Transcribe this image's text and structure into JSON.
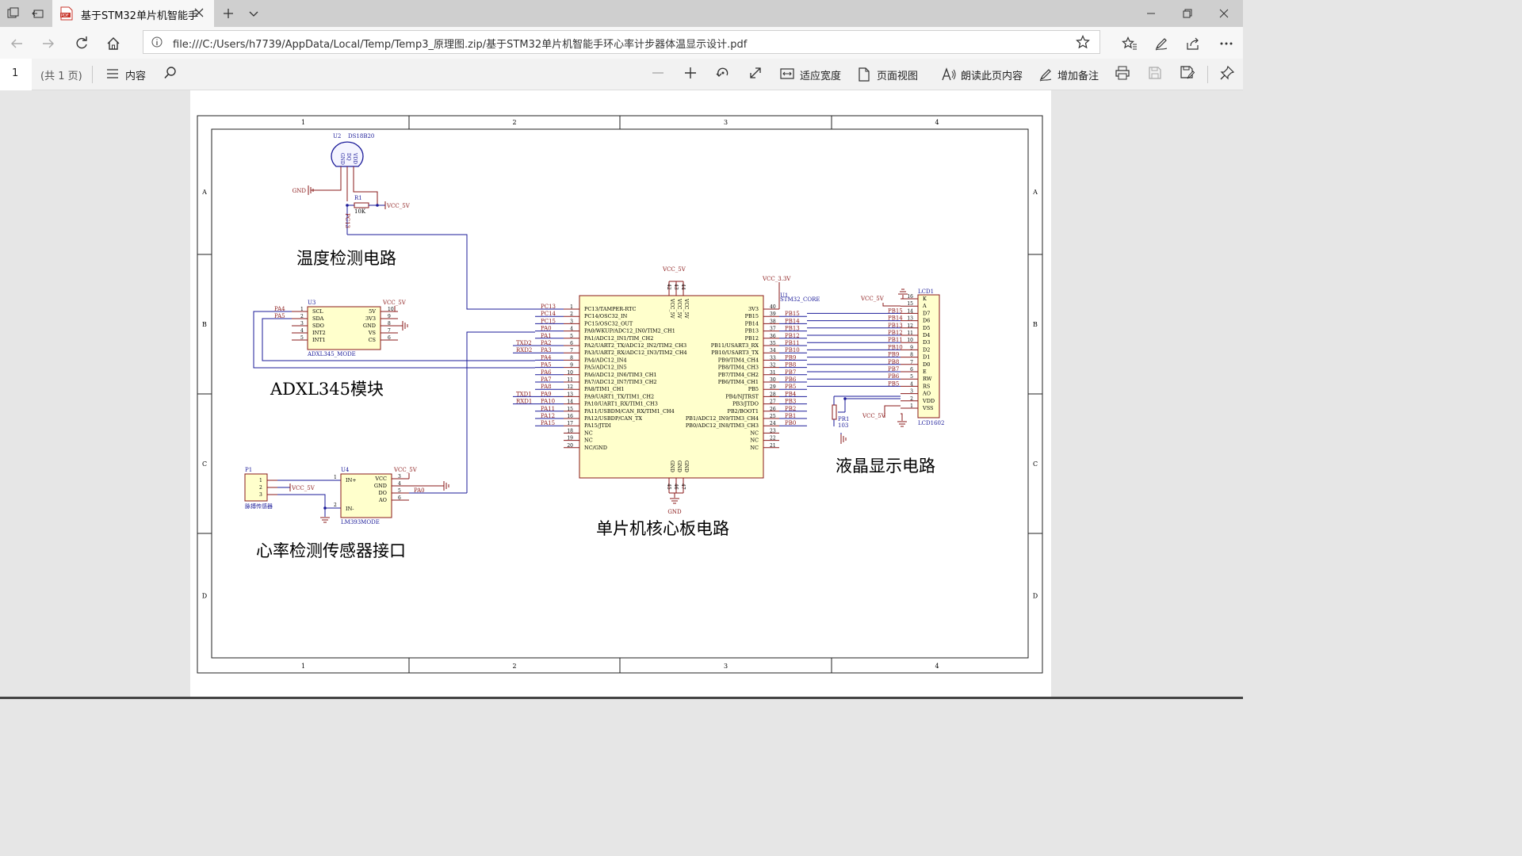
{
  "browser": {
    "tab_title": "基于STM32单片机智能手",
    "url": "file:///C:/Users/h7739/AppData/Local/Temp/Temp3_原理图.zip/基于STM32单片机智能手环心率计步器体温显示设计.pdf"
  },
  "pdf_toolbar": {
    "page_number": "1",
    "page_count": "(共 1 页)",
    "contents_label": "内容",
    "fit_width_label": "适应宽度",
    "page_view_label": "页面视图",
    "read_aloud_label": "朗读此页内容",
    "add_notes_label": "增加备注"
  },
  "schematic": {
    "colors": {
      "wire": "#1b1b99",
      "component": "#8a1818",
      "fill": "#ffffcc",
      "frame": "#222222"
    },
    "border_columns": [
      "1",
      "2",
      "3",
      "4"
    ],
    "border_rows": [
      "A",
      "B",
      "C",
      "D"
    ],
    "section_titles": {
      "temperature": "温度检测电路",
      "adxl": "ADXL345模块",
      "heart": "心率检测传感器接口",
      "mcu": "单片机核心板电路",
      "lcd": "液晶显示电路"
    },
    "u2": {
      "ref": "U2",
      "part": "DS18B20",
      "pins": [
        "GND",
        "DQ",
        "VDD"
      ],
      "r1_ref": "R1",
      "r1_value": "10K",
      "gnd": "GND",
      "vcc": "VCC_5V",
      "net": "PC13"
    },
    "u3": {
      "ref": "U3",
      "name": "ADXL345_MODE",
      "vcc": "VCC_5V",
      "left_pins": [
        {
          "num": "1",
          "name": "SCL",
          "net": "PA4"
        },
        {
          "num": "2",
          "name": "SDA",
          "net": "PA5"
        },
        {
          "num": "3",
          "name": "SDO",
          "net": ""
        },
        {
          "num": "4",
          "name": "INT2",
          "net": ""
        },
        {
          "num": "5",
          "name": "INT1",
          "net": ""
        }
      ],
      "right_pins": [
        {
          "num": "10",
          "name": "5V"
        },
        {
          "num": "9",
          "name": "3V3"
        },
        {
          "num": "8",
          "name": "GND"
        },
        {
          "num": "7",
          "name": "VS"
        },
        {
          "num": "6",
          "name": "CS"
        }
      ]
    },
    "p1": {
      "ref": "P1",
      "pins": [
        "1",
        "2",
        "3"
      ],
      "label": "脉搏传感器",
      "vcc": "VCC_5V"
    },
    "u4": {
      "ref": "U4",
      "name": "LM393MODE",
      "vcc": "VCC_5V",
      "net": "PA0",
      "left_pins": [
        {
          "num": "1",
          "name": "IN+"
        },
        {
          "num": "2",
          "name": "IN-"
        }
      ],
      "right_pins": [
        {
          "num": "3",
          "name": "VCC"
        },
        {
          "num": "4",
          "name": "GND"
        },
        {
          "num": "5",
          "name": "DO"
        },
        {
          "num": "6",
          "name": "AO"
        }
      ]
    },
    "u1": {
      "ref": "U1",
      "name": "STM32_CORE",
      "vcc_top": "VCC_5V",
      "vcc33": "VCC_3.3V",
      "gnd": "GND",
      "top_pins": [
        "42",
        "43",
        "44"
      ],
      "top_inner": [
        "VCC_5V",
        "VCC_5V",
        "VCC_5V"
      ],
      "bottom_pins": [
        "45",
        "46",
        "47"
      ],
      "bottom_inner": [
        "GND",
        "GND",
        "GND"
      ],
      "left_pins": [
        {
          "num": "1",
          "name": "PC13/TAMPER-RTC",
          "net": "PC13",
          "ext": ""
        },
        {
          "num": "2",
          "name": "PC14/OSC32_IN",
          "net": "PC14",
          "ext": ""
        },
        {
          "num": "3",
          "name": "PC15/OSC32_OUT",
          "net": "PC15",
          "ext": ""
        },
        {
          "num": "4",
          "name": "PA0/WKUP/ADC12_IN0/TIM2_CH1",
          "net": "PA0",
          "ext": ""
        },
        {
          "num": "5",
          "name": "PA1/ADC12_IN1/TIM_CH2",
          "net": "PA1",
          "ext": ""
        },
        {
          "num": "6",
          "name": "PA2/UART2_TX/ADC12_IN2/TIM2_CH3",
          "net": "PA2",
          "ext": "TXD2"
        },
        {
          "num": "7",
          "name": "PA3/UART2_RX/ADC12_IN3/TIM2_CH4",
          "net": "PA3",
          "ext": "RXD2"
        },
        {
          "num": "8",
          "name": "PA4/ADC12_IN4",
          "net": "PA4",
          "ext": ""
        },
        {
          "num": "9",
          "name": "PA5/ADC12_IN5",
          "net": "PA5",
          "ext": ""
        },
        {
          "num": "10",
          "name": "PA6/ADC12_IN6/TIM3_CH1",
          "net": "PA6",
          "ext": ""
        },
        {
          "num": "11",
          "name": "PA7/ADC12_IN7/TIM3_CH2",
          "net": "PA7",
          "ext": ""
        },
        {
          "num": "12",
          "name": "PA8/TIM1_CH1",
          "net": "PA8",
          "ext": ""
        },
        {
          "num": "13",
          "name": "PA9/UART1_TX/TIM1_CH2",
          "net": "PA9",
          "ext": "TXD1"
        },
        {
          "num": "14",
          "name": "PA10/UART1_RX/TIM1_CH3",
          "net": "PA10",
          "ext": "RXD1"
        },
        {
          "num": "15",
          "name": "PA11/USBDM/CAN_RX/TIM1_CH4",
          "net": "PA11",
          "ext": ""
        },
        {
          "num": "16",
          "name": "PA12/USBDP/CAN_TX",
          "net": "PA12",
          "ext": ""
        },
        {
          "num": "17",
          "name": "PA15/JTDI",
          "net": "PA15",
          "ext": ""
        },
        {
          "num": "18",
          "name": "NC",
          "net": "",
          "ext": ""
        },
        {
          "num": "19",
          "name": "NC",
          "net": "",
          "ext": ""
        },
        {
          "num": "20",
          "name": "NC/GND",
          "net": "",
          "ext": ""
        }
      ],
      "right_pins": [
        {
          "num": "40",
          "name": "3V3",
          "net": ""
        },
        {
          "num": "39",
          "name": "PB15",
          "net": "PB15"
        },
        {
          "num": "38",
          "name": "PB14",
          "net": "PB14"
        },
        {
          "num": "37",
          "name": "PB13",
          "net": "PB13"
        },
        {
          "num": "36",
          "name": "PB12",
          "net": "PB12"
        },
        {
          "num": "35",
          "name": "PB11/USART3_RX",
          "net": "PB11"
        },
        {
          "num": "34",
          "name": "PB10/USART3_TX",
          "net": "PB10"
        },
        {
          "num": "33",
          "name": "PB9/TIM4_CH4",
          "net": "PB9"
        },
        {
          "num": "32",
          "name": "PB8/TIM4_CH3",
          "net": "PB8"
        },
        {
          "num": "31",
          "name": "PB7/TIM4_CH2",
          "net": "PB7"
        },
        {
          "num": "30",
          "name": "PB6/TIM4_CH1",
          "net": "PB6"
        },
        {
          "num": "29",
          "name": "PB5",
          "net": "PB5"
        },
        {
          "num": "28",
          "name": "PB4/NJTRST",
          "net": "PB4"
        },
        {
          "num": "27",
          "name": "PB3/JTDO",
          "net": "PB3"
        },
        {
          "num": "26",
          "name": "PB2/BOOT1",
          "net": "PB2"
        },
        {
          "num": "25",
          "name": "PB1/ADC12_IN9/TIM3_CH4",
          "net": "PB1"
        },
        {
          "num": "24",
          "name": "PB0/ADC12_IN8/TIM3_CH3",
          "net": "PB0"
        },
        {
          "num": "23",
          "name": "NC",
          "net": ""
        },
        {
          "num": "22",
          "name": "NC",
          "net": ""
        },
        {
          "num": "21",
          "name": "NC",
          "net": ""
        }
      ]
    },
    "lcd": {
      "ref": "LCD1",
      "name": "LCD1602",
      "vcc": "VCC_5V",
      "pot_ref": "PR1",
      "pot_value": "103",
      "pins": [
        {
          "num": "16",
          "name": "K",
          "net": ""
        },
        {
          "num": "15",
          "name": "A",
          "net": ""
        },
        {
          "num": "14",
          "name": "D7",
          "net": "PB15"
        },
        {
          "num": "13",
          "name": "D6",
          "net": "PB14"
        },
        {
          "num": "12",
          "name": "D5",
          "net": "PB13"
        },
        {
          "num": "11",
          "name": "D4",
          "net": "PB12"
        },
        {
          "num": "10",
          "name": "D3",
          "net": "PB11"
        },
        {
          "num": "9",
          "name": "D2",
          "net": "PB10"
        },
        {
          "num": "8",
          "name": "D1",
          "net": "PB9"
        },
        {
          "num": "7",
          "name": "D0",
          "net": "PB8"
        },
        {
          "num": "6",
          "name": "E",
          "net": "PB7"
        },
        {
          "num": "5",
          "name": "RW",
          "net": "PB6"
        },
        {
          "num": "4",
          "name": "RS",
          "net": "PB5"
        },
        {
          "num": "3",
          "name": "AO",
          "net": ""
        },
        {
          "num": "2",
          "name": "VDD",
          "net": ""
        },
        {
          "num": "1",
          "name": "VSS",
          "net": ""
        }
      ]
    }
  }
}
